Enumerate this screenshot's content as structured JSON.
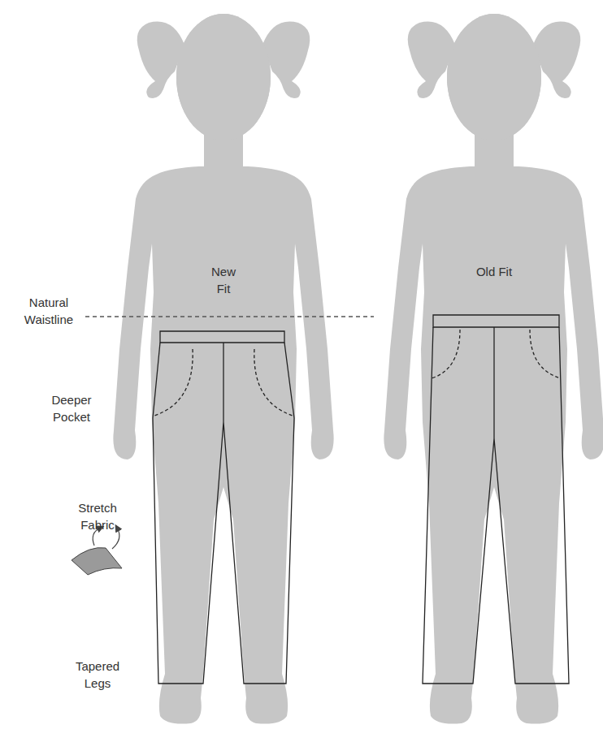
{
  "diagram": {
    "labels": [
      "New Fit",
      "Old Fit",
      "Natural Waistline",
      "Deeper Pocket",
      "Stretch Fabric",
      "Tapered Legs"
    ]
  }
}
